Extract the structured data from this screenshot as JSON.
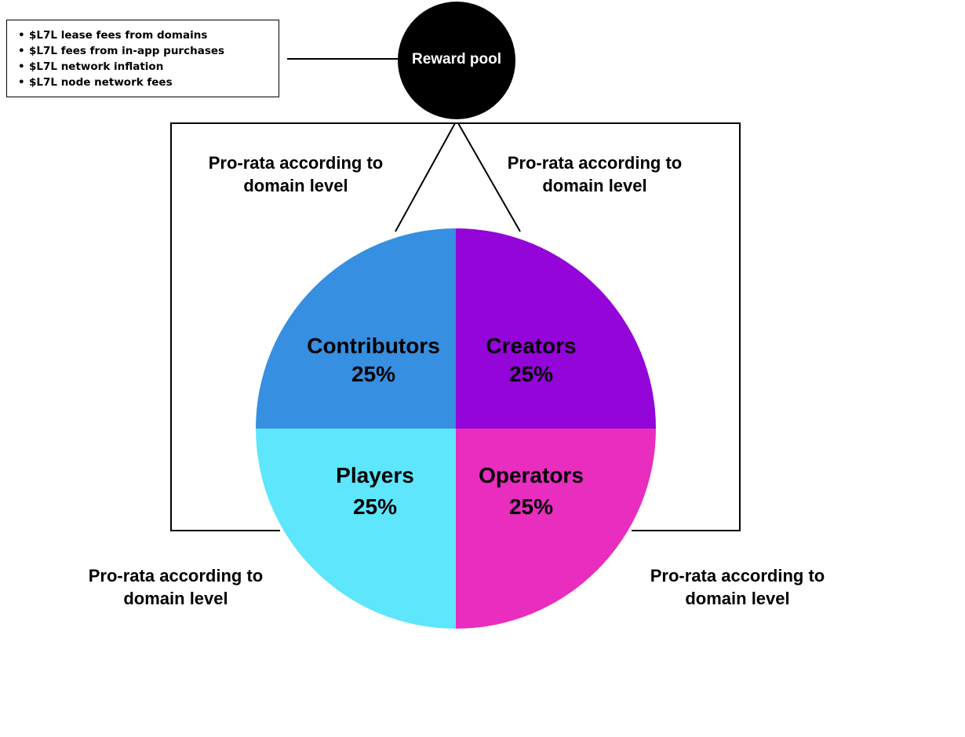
{
  "reward_sources": {
    "items": [
      "$L7L lease fees from domains",
      "$L7L fees from in-app purchases",
      "$L7L network inflation",
      "$L7L node network fees"
    ]
  },
  "reward_pool": {
    "label": "Reward pool",
    "fill": "#000000",
    "text_color": "#ffffff"
  },
  "distribution_rules": {
    "top_left": "Pro-rata according to domain level",
    "top_right": "Pro-rata according to domain level",
    "bottom_left": "Pro-rata according to domain level",
    "bottom_right": "Pro-rata according to domain level"
  },
  "chart_data": {
    "type": "pie",
    "slices": [
      {
        "name": "Contributors",
        "value": 25,
        "value_label": "25%",
        "color": "#368FE0",
        "quadrant": "top-left"
      },
      {
        "name": "Creators",
        "value": 25,
        "value_label": "25%",
        "color": "#9305D8",
        "quadrant": "top-right"
      },
      {
        "name": "Operators",
        "value": 25,
        "value_label": "25%",
        "color": "#E82DBF",
        "quadrant": "bottom-right"
      },
      {
        "name": "Players",
        "value": 25,
        "value_label": "25%",
        "color": "#5DE6FC",
        "quadrant": "bottom-left"
      }
    ]
  }
}
